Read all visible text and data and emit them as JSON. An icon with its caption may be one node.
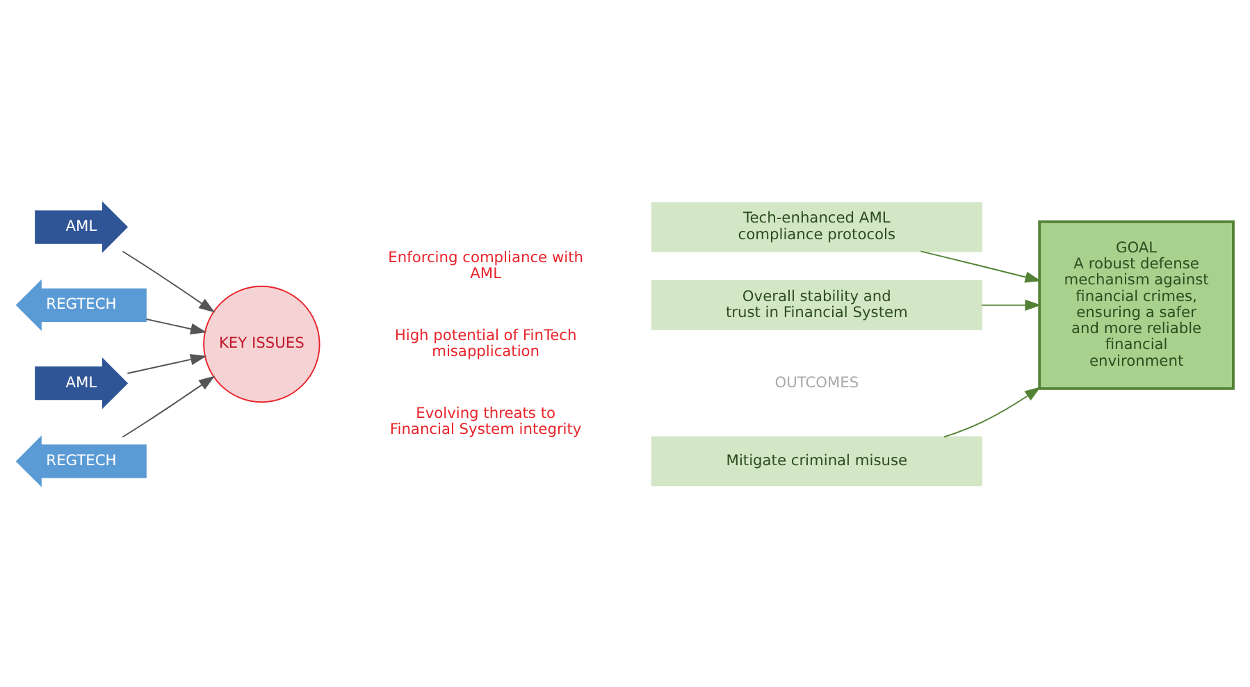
{
  "diagram": {
    "nodes": [
      {
        "text": [
          "Enforcing compliance with AML"
        ]
      },
      {
        "text": [
          "High potential of FinTech misapplication"
        ]
      },
      {
        "text": [
          "KEY ISSUES"
        ]
      },
      {
        "text": [
          "Evolving threats to Financial System integrity"
        ]
      },
      {
        "text": [
          "AML"
        ]
      },
      {
        "text": [
          "REGTECH"
        ]
      },
      {
        "text": [
          "AML"
        ]
      },
      {
        "text": [
          "REGTECH"
        ]
      },
      {
        "text": [
          "Mitigate criminal misuse"
        ]
      },
      {
        "text": [
          "Tech-enhanced AML compliance protocols"
        ]
      },
      {
        "text": [
          "Overall stability and trust in Financial System"
        ]
      },
      {
        "text": [
          "GOAL",
          "A robust defense mechanism against financial crimes, ensuring a safer and more reliable financial environment"
        ]
      }
    ],
    "edges": [
      {
        "from": 4,
        "to": 2,
        "arrow": "to"
      },
      {
        "from": 5,
        "to": 2,
        "arrow": "to"
      },
      {
        "from": 6,
        "to": 2,
        "arrow": "to"
      },
      {
        "from": 7,
        "to": 2,
        "arrow": "to"
      },
      {
        "from": 8,
        "to": 11,
        "arrow": "to"
      },
      {
        "from": 9,
        "to": 11,
        "arrow": "to"
      },
      {
        "from": 10,
        "to": 11,
        "arrow": "to"
      }
    ],
    "labels": [
      "OUTCOMES"
    ]
  }
}
